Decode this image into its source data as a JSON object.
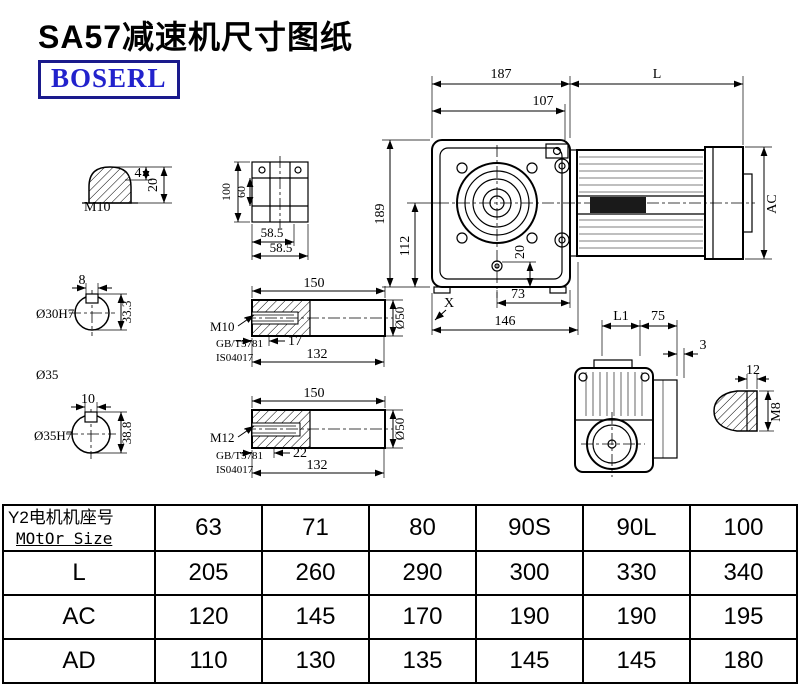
{
  "header": {
    "title": "SA57减速机尺寸图纸",
    "logo": "BOSERL"
  },
  "colors": {
    "logo_text": "#2222cc",
    "logo_border": "#1a1a8c",
    "line": "#000000",
    "background": "#ffffff"
  },
  "dims": {
    "main": {
      "w187": "187",
      "L": "L",
      "w107": "107",
      "h189": "189",
      "h112": "112",
      "h20": "20",
      "w73": "73",
      "w146": "146",
      "x_mark": "X",
      "ac": "AC"
    },
    "rear": {
      "l1": "L1",
      "w75": "75",
      "w3": "3",
      "w12": "12",
      "m8": "M8"
    },
    "plug": {
      "m10": "M10",
      "w4": "4",
      "h20": "20"
    },
    "flange": {
      "h100": "100",
      "h60": "60",
      "w585a": "58.5",
      "w585b": "58.5"
    },
    "bore30": {
      "key8": "8",
      "dia": "Ø30H7",
      "h333": "33.3"
    },
    "dia35": "Ø35",
    "bore35": {
      "key10": "10",
      "dia": "Ø35H7",
      "h388": "38.8"
    },
    "shaft1": {
      "len150": "150",
      "m10": "M10",
      "d17": "17",
      "len132": "132",
      "dia50": "Ø50",
      "std1": "GB/T5781",
      "std2": "IS04017"
    },
    "shaft2": {
      "len150": "150",
      "m12": "M12",
      "d22": "22",
      "len132": "132",
      "dia50": "Ø50",
      "std1": "GB/T5781",
      "std2": "IS04017"
    }
  },
  "table": {
    "header_cn": "Y2电机机座号",
    "header_en": "MOtOr Size",
    "columns": [
      "63",
      "71",
      "80",
      "90S",
      "90L",
      "100"
    ],
    "rows": [
      {
        "label": "L",
        "values": [
          "205",
          "260",
          "290",
          "300",
          "330",
          "340"
        ]
      },
      {
        "label": "AC",
        "values": [
          "120",
          "145",
          "170",
          "190",
          "190",
          "195"
        ]
      },
      {
        "label": "AD",
        "values": [
          "110",
          "130",
          "135",
          "145",
          "145",
          "180"
        ]
      }
    ]
  }
}
